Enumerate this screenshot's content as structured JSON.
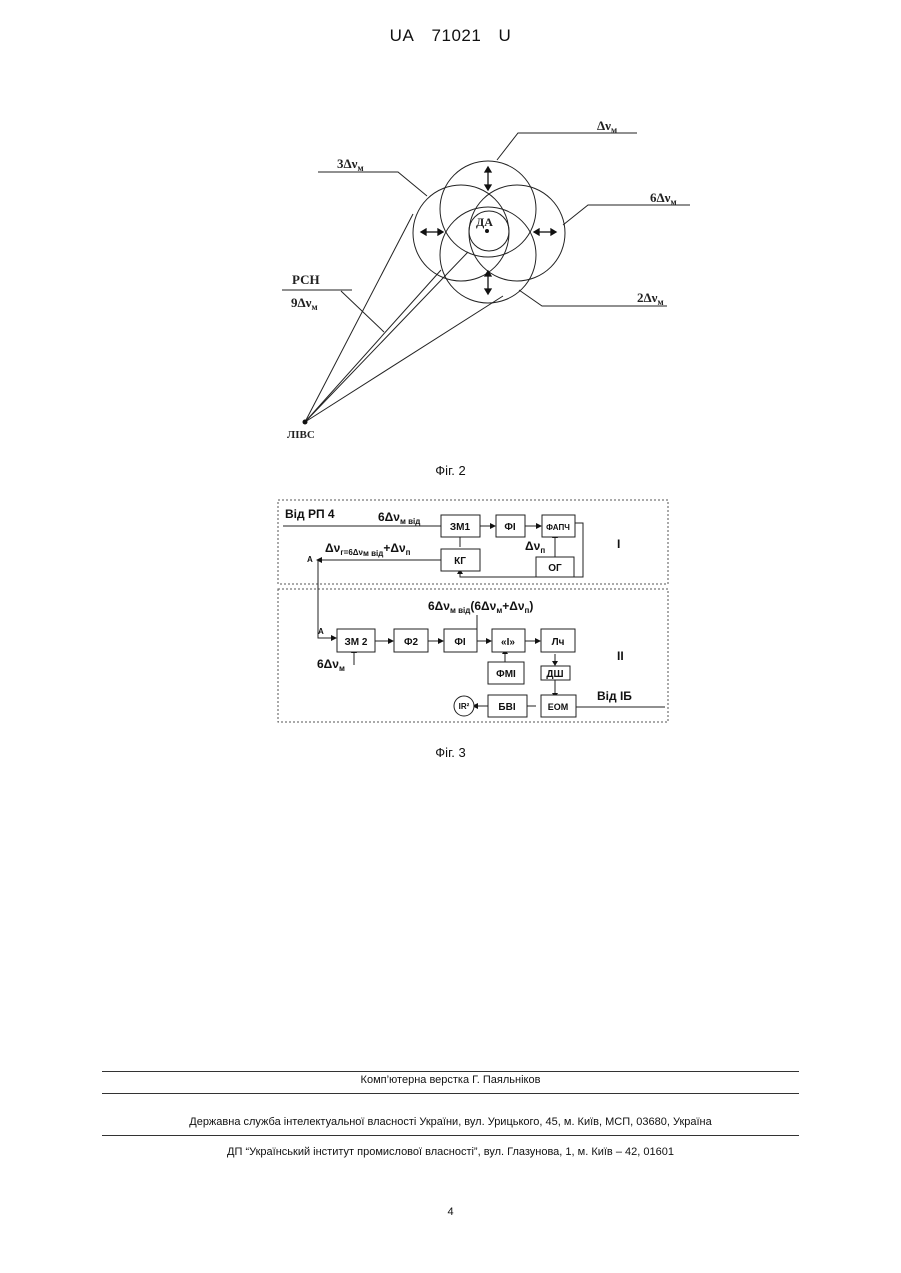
{
  "header": {
    "country": "UA",
    "number": "71021",
    "kind": "U"
  },
  "fig2": {
    "caption": "Фіг. 2",
    "label_dv": "Δν",
    "label_dv_sub": "м",
    "label_3dv": "3Δν",
    "label_6dv": "6Δν",
    "label_2dv": "2Δν",
    "label_rsn": "РСН",
    "label_9dv": "9Δν",
    "label_da": "ДА",
    "label_livs": "ЛІВС"
  },
  "fig3": {
    "caption": "Фіг. 3",
    "from_rp4": "Від РП 4",
    "in_6dv": "6Δν",
    "in_6dv_sub": "м від",
    "dv_g_eq": "Δν",
    "dv_g_rest": "г=6Δν",
    "dv_g_rest_sub": "м від",
    "dv_g_plus": "+Δν",
    "dv_g_plus_sub": "п",
    "dv_p": "Δν",
    "dv_p_sub": "п",
    "section_i": "І",
    "section_ii": "ІІ",
    "a_top": "А",
    "a_bottom": "А",
    "mid_label": "6Δν",
    "mid_label_sub": "м від",
    "mid_label_rest": "(6Δν",
    "mid_label_rest_sub": "м",
    "mid_label_end": "+Δν",
    "mid_label_end_sub": "п",
    "mid_label_close": ")",
    "in2_6dv": "6Δν",
    "in2_6dv_sub": "м",
    "from_ib": "Від ІБ",
    "blocks": {
      "zm1": "ЗМ1",
      "fi_top": "ФІ",
      "fapch": "ФАПЧ",
      "kg": "КГ",
      "og": "ОГ",
      "zm2": "ЗМ 2",
      "f2": "Ф2",
      "fi_bottom": "ФІ",
      "i_block": "«І»",
      "lch": "Лч",
      "fmi": "ФМІ",
      "dsh": "ДШ",
      "eom": "ЕОМ",
      "bvi": "БВІ",
      "ind": "ІR²"
    }
  },
  "footer": {
    "layout_credit": "Комп’ютерна верстка Г. Паяльніков",
    "agency": "Державна служба інтелектуальної власності України, вул. Урицького, 45, м. Київ, МСП, 03680, Україна",
    "institute": "ДП “Український інститут промислової власності”, вул. Глазунова, 1, м. Київ – 42, 01601"
  },
  "page_number": "4"
}
